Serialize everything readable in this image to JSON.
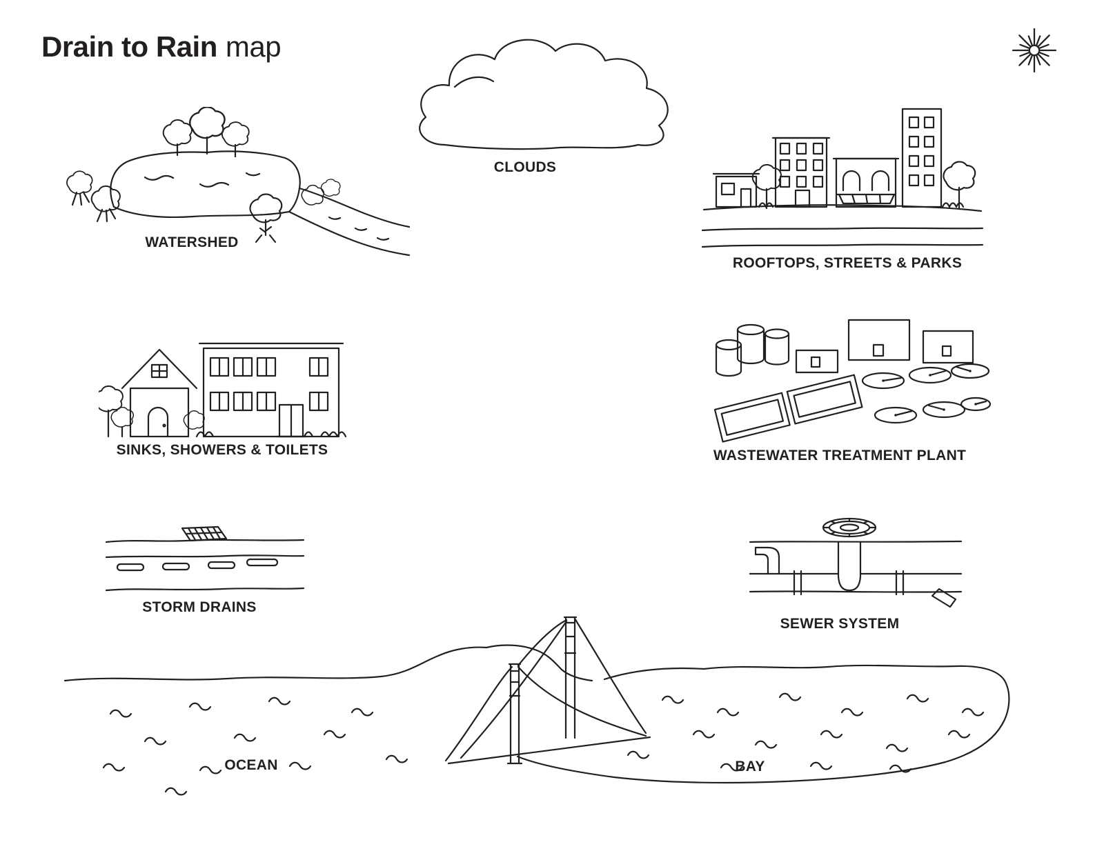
{
  "page": {
    "background": "#ffffff",
    "ink": "#231f20"
  },
  "header": {
    "title_strong": "Drain to Rain",
    "title_light": "map"
  },
  "figures": [
    {
      "id": "watershed",
      "label": "WATERSHED"
    },
    {
      "id": "clouds",
      "label": "CLOUDS"
    },
    {
      "id": "rooftops-streets-parks",
      "label": "ROOFTOPS, STREETS & PARKS"
    },
    {
      "id": "sinks-showers-toilets",
      "label": "SINKS, SHOWERS & TOILETS"
    },
    {
      "id": "wastewater-treatment-plant",
      "label": "WASTEWATER TREATMENT PLANT"
    },
    {
      "id": "storm-drains",
      "label": "STORM DRAINS"
    },
    {
      "id": "sewer-system",
      "label": "SEWER SYSTEM"
    },
    {
      "id": "ocean",
      "label": "OCEAN"
    },
    {
      "id": "bay",
      "label": "BAY"
    }
  ]
}
